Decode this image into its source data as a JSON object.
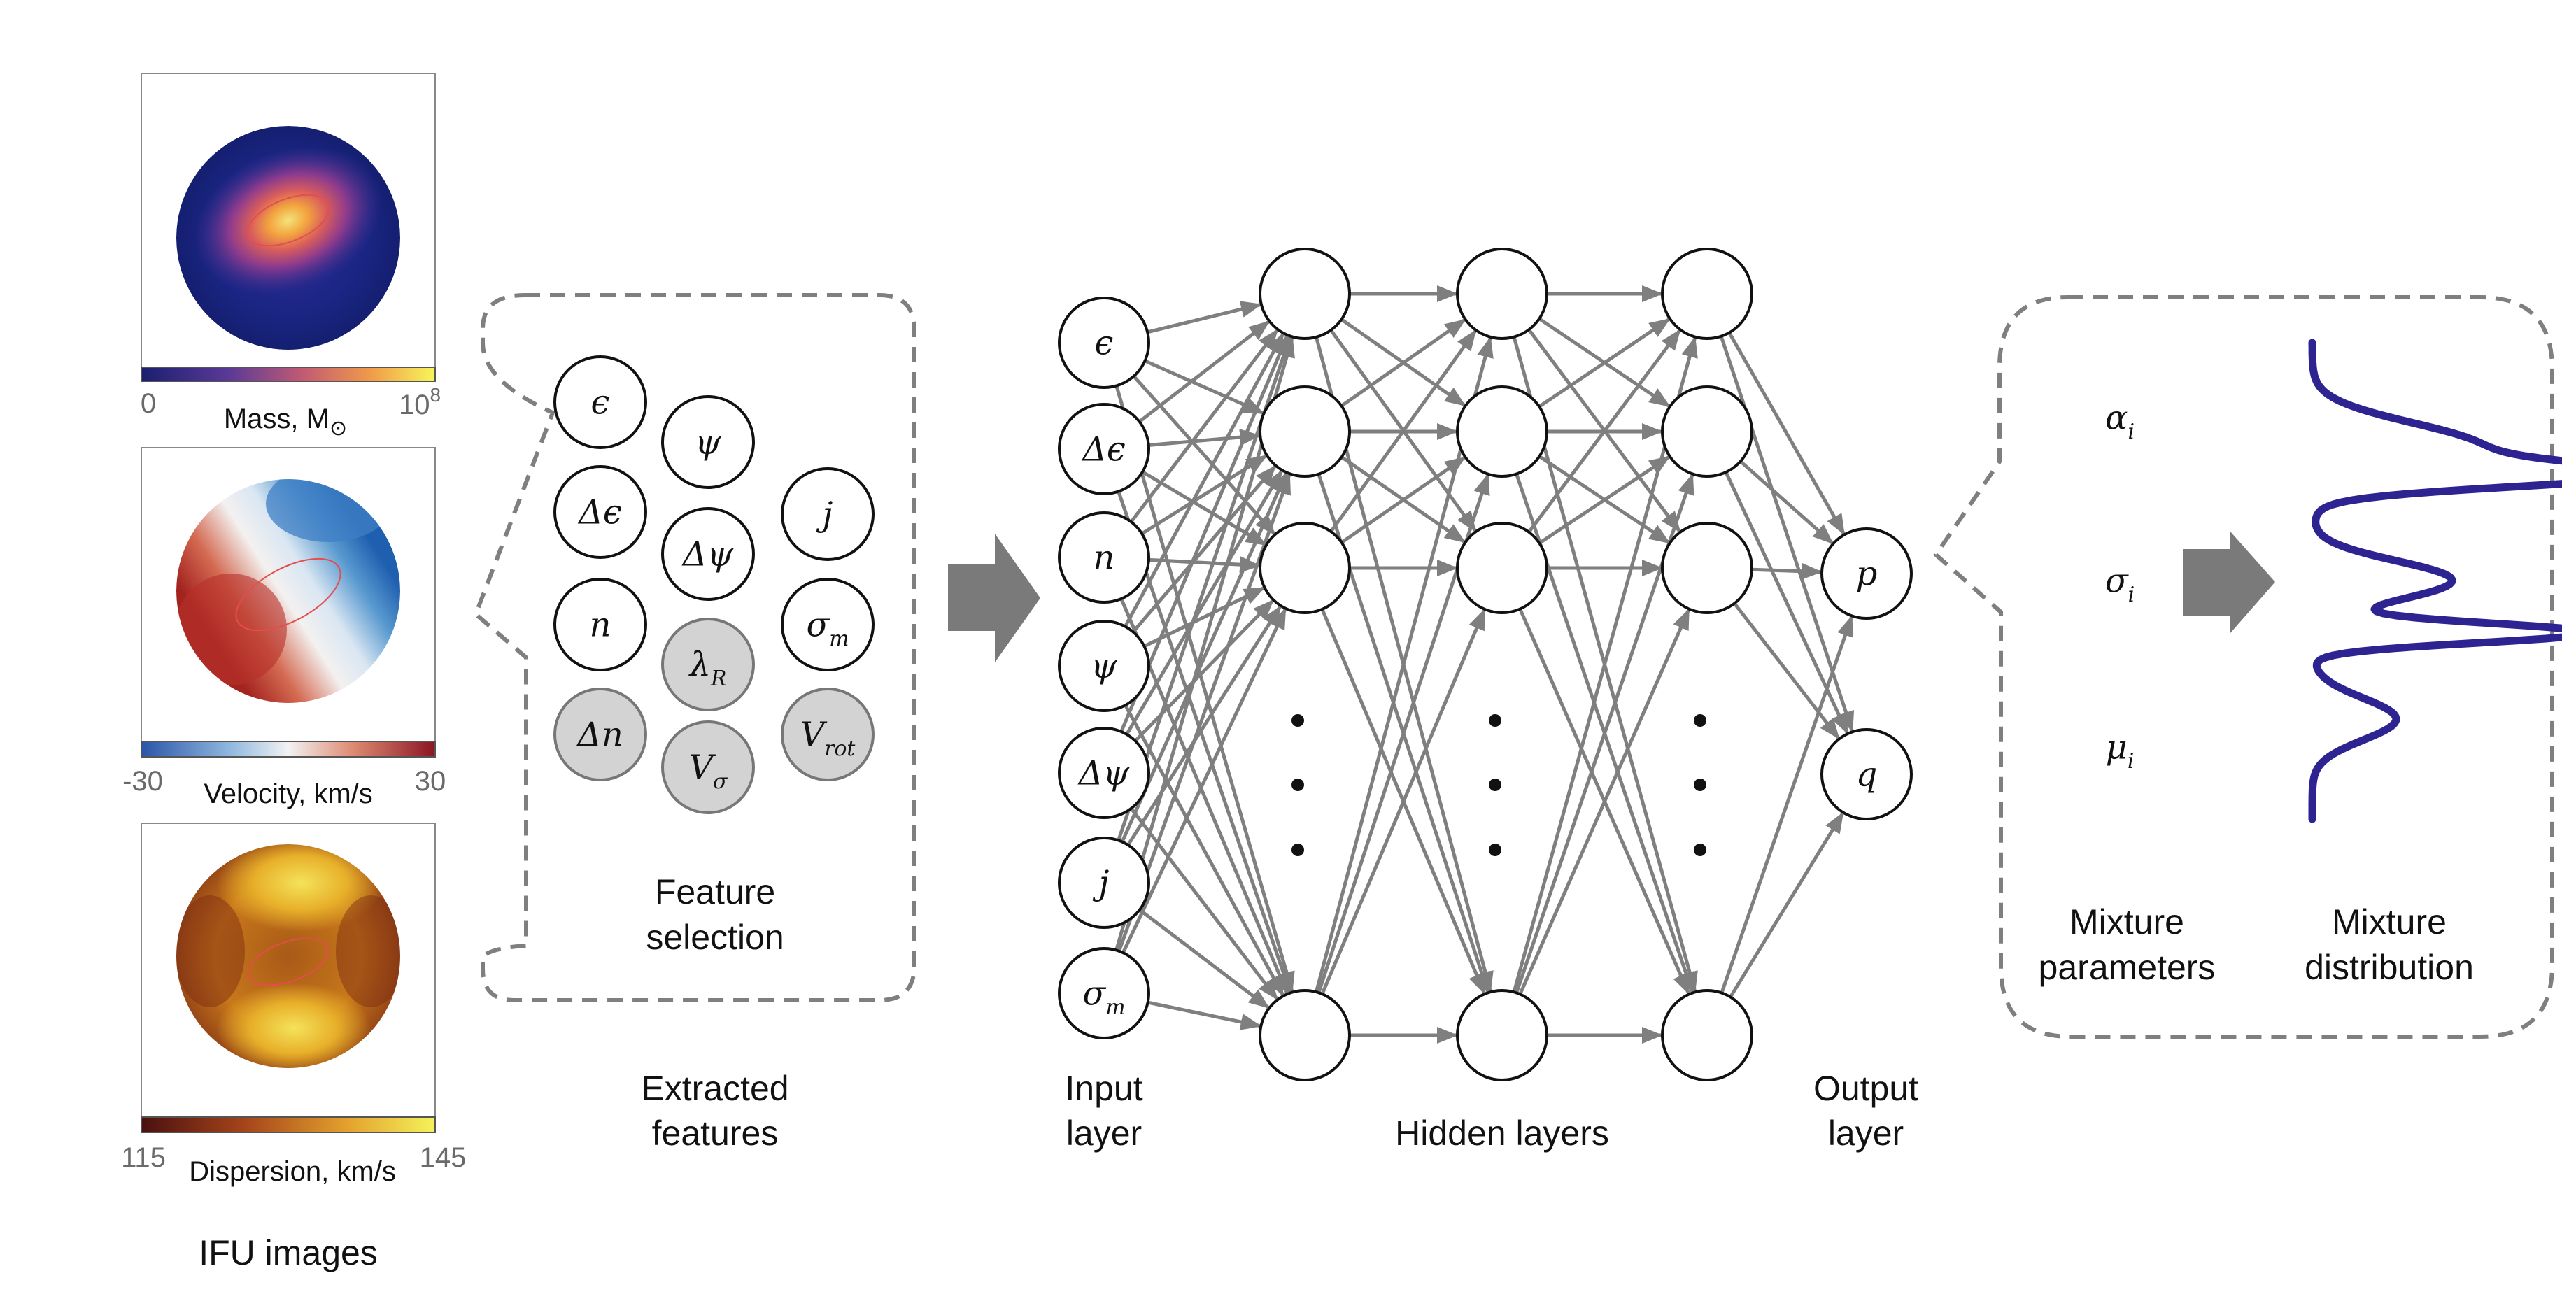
{
  "ifu": {
    "panels": [
      {
        "label": "Mass, M",
        "label_sub": "⊙",
        "min": "0",
        "max_base": "10",
        "max_exp": "8"
      },
      {
        "label": "Velocity, km/s",
        "min": "-30",
        "max": "30"
      },
      {
        "label": "Dispersion, km/s",
        "min": "115",
        "max": "145"
      }
    ],
    "caption": "IFU images"
  },
  "features": {
    "items": [
      {
        "sym": "ϵ",
        "selected": true
      },
      {
        "sym": "Δϵ",
        "selected": true
      },
      {
        "sym": "n",
        "selected": true
      },
      {
        "sym": "Δn",
        "selected": false
      },
      {
        "sym": "ψ",
        "selected": true
      },
      {
        "sym": "Δψ",
        "selected": true
      },
      {
        "sym": "λ",
        "sub": "R",
        "selected": false
      },
      {
        "sym": "V",
        "sub": "σ",
        "selected": false
      },
      {
        "sym": "j",
        "selected": true
      },
      {
        "sym": "σ",
        "sub": "m",
        "selected": true
      },
      {
        "sym": "V",
        "sub": "rot",
        "selected": false
      }
    ],
    "selection_line1": "Feature",
    "selection_line2": "selection",
    "caption_line1": "Extracted",
    "caption_line2": "features"
  },
  "network": {
    "inputs": [
      {
        "sym": "ϵ"
      },
      {
        "sym": "Δϵ"
      },
      {
        "sym": "n"
      },
      {
        "sym": "ψ"
      },
      {
        "sym": "Δψ"
      },
      {
        "sym": "j"
      },
      {
        "sym": "σ",
        "sub": "m"
      }
    ],
    "outputs": [
      {
        "sym": "p"
      },
      {
        "sym": "q"
      }
    ],
    "input_caption_line1": "Input",
    "input_caption_line2": "layer",
    "hidden_caption": "Hidden layers",
    "output_caption_line1": "Output",
    "output_caption_line2": "layer"
  },
  "mixture": {
    "params": [
      {
        "sym": "α",
        "sub": "i"
      },
      {
        "sym": "σ",
        "sub": "i"
      },
      {
        "sym": "μ",
        "sub": "i"
      }
    ],
    "params_caption_line1": "Mixture",
    "params_caption_line2": "parameters",
    "dist_caption_line1": "Mixture",
    "dist_caption_line2": "distribution"
  },
  "colors": {
    "node_selected": "#ffffff",
    "node_unselected": "#d3d3d3",
    "edge": "#7f7f7f",
    "arrow": "#7a7a7a",
    "curve": "#2d2391"
  }
}
